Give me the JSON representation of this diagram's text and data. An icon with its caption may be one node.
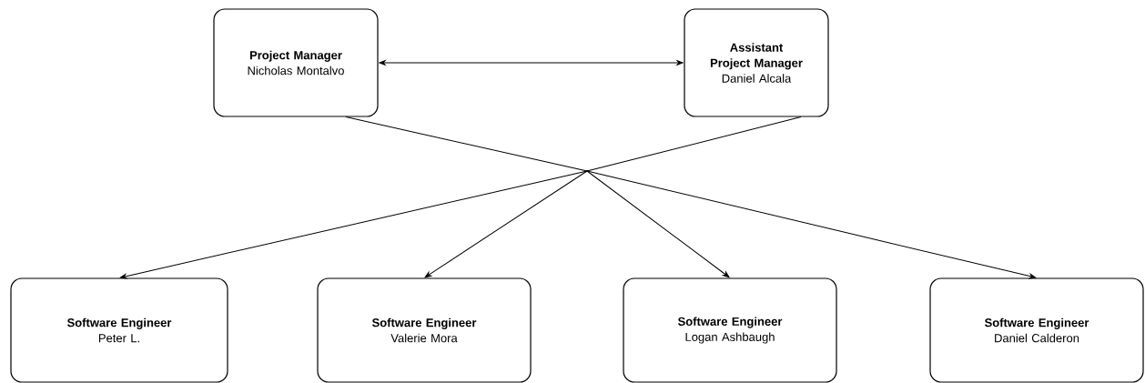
{
  "diagram": {
    "nodes": [
      {
        "text": [
          "Project Manager",
          "Nicholas Montalvo"
        ]
      },
      {
        "text": [
          "Assistant Project Manager",
          "Daniel Alcala"
        ]
      },
      {
        "text": [
          "Software Engineer",
          "Peter L."
        ]
      },
      {
        "text": [
          "Software Engineer",
          "Valerie Mora"
        ]
      },
      {
        "text": [
          "Software Engineer",
          "Logan Ashbaugh"
        ]
      },
      {
        "text": [
          "Software Engineer",
          "Daniel Calderon"
        ]
      },
      {
        "text": [],
        "shape": "point"
      }
    ],
    "edges": [
      {
        "from": 0,
        "to": 1,
        "arrow": "both"
      },
      {
        "from": 0,
        "to": 6,
        "arrow": "none"
      },
      {
        "from": 1,
        "to": 6,
        "arrow": "none"
      },
      {
        "from": 6,
        "to": 2,
        "arrow": "to"
      },
      {
        "from": 6,
        "to": 3,
        "arrow": "to"
      },
      {
        "from": 6,
        "to": 4,
        "arrow": "to"
      },
      {
        "from": 6,
        "to": 5,
        "arrow": "to"
      }
    ]
  }
}
